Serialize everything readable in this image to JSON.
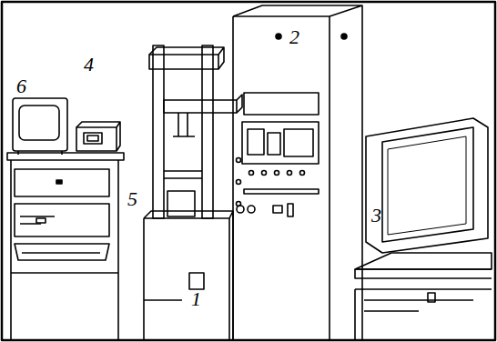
{
  "diagram": {
    "labels": [
      "6",
      "4",
      "2",
      "5",
      "3",
      "1"
    ]
  }
}
